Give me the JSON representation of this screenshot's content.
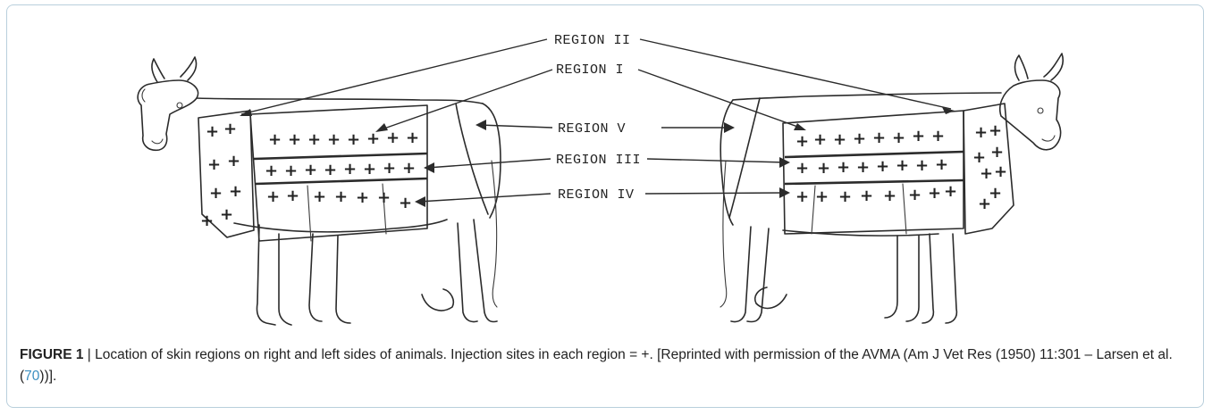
{
  "figure": {
    "regions": {
      "region_2": "REGION II",
      "region_1": "REGION I",
      "region_5": "REGION V",
      "region_3": "REGION III",
      "region_4": "REGION IV"
    },
    "injection_mark": "+",
    "caption": {
      "label": "FIGURE 1",
      "separator": " | ",
      "text_before_ref": "Location of skin regions on right and left sides of animals. Injection sites in each region = +. [Reprinted with permission of the AVMA (Am J Vet Res (1950) 11:301 – Larsen et al. (",
      "ref_number": "70",
      "text_after_ref": "))]."
    },
    "colors": {
      "frame_border": "#b9cfdc",
      "reference_link": "#3b8fc0"
    }
  }
}
